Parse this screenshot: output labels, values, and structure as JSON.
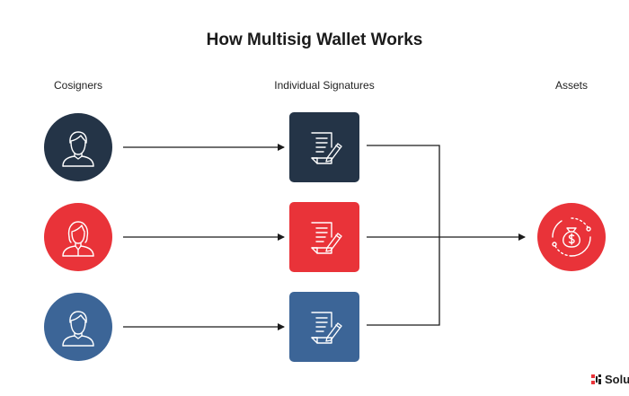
{
  "title": "How Multisig Wallet Works",
  "columns": {
    "cosigners": "Cosigners",
    "signatures": "Individual Signatures",
    "assets": "Assets"
  },
  "colors": {
    "navy": "#243447",
    "red": "#e93339",
    "blue": "#3c6597",
    "line": "#1b1b1b"
  },
  "cosigners": [
    {
      "icon": "male-user-icon",
      "color": "#243447"
    },
    {
      "icon": "female-user-icon",
      "color": "#e93339"
    },
    {
      "icon": "male-user-icon",
      "color": "#3c6597"
    }
  ],
  "signatures": [
    {
      "icon": "signed-document-icon",
      "color": "#243447"
    },
    {
      "icon": "signed-document-icon",
      "color": "#e93339"
    },
    {
      "icon": "signed-document-icon",
      "color": "#3c6597"
    }
  ],
  "asset": {
    "icon": "money-bag-cycle-icon",
    "color": "#e93339"
  },
  "brand": {
    "text": "Solu"
  }
}
